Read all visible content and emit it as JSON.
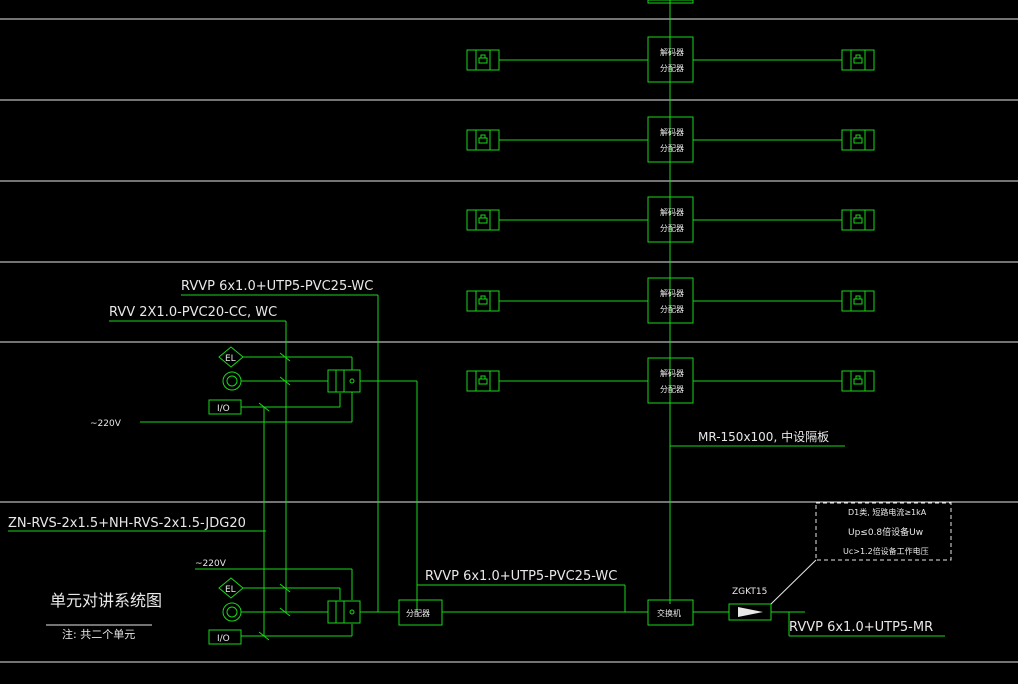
{
  "labels": {
    "cable1": "RVVP 6x1.0+UTP5-PVC25-WC",
    "cable2": "RVV 2X1.0-PVC20-CC, WC",
    "power1": "~220V",
    "riser": "MR-150x100, 中设隔板",
    "cable_bottom": "ZN-RVS-2x1.5+NH-RVS-2x1.5-JDG20",
    "power2": "~220V",
    "cable3": "RVVP 6x1.0+UTP5-PVC25-WC",
    "cable4": "RVVP 6x1.0+UTP5-MR",
    "spd_model": "ZGKT15",
    "note1": "D1类, 短路电流≥1kA",
    "note2": "Up≤0.8倍设备Uw",
    "note3": "Uc>1.2倍设备工作电压",
    "title": "单元对讲系统图",
    "subtitle": "注: 共二个单元"
  },
  "boxes": {
    "decoder_line1": "解码器",
    "decoder_line2": "分配器",
    "distributor": "分配器",
    "switch": "交换机",
    "el": "EL",
    "io": "I/O"
  },
  "colors": {
    "background": "#000000",
    "line": "#19d619",
    "text": "#e8e8e8"
  }
}
